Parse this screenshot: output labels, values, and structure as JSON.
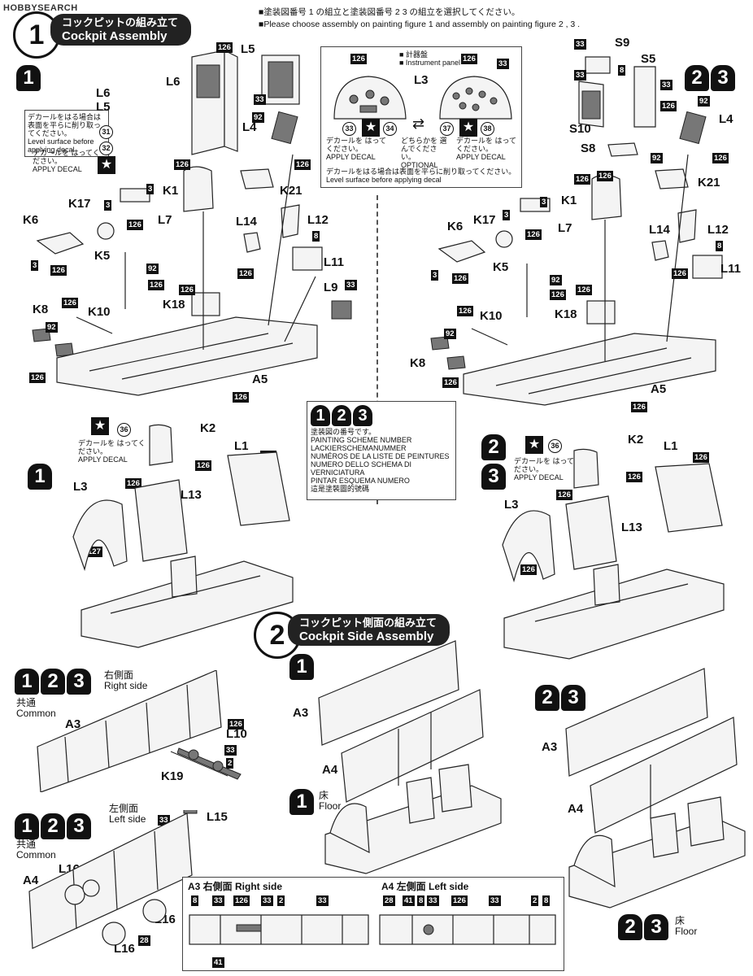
{
  "watermark": "HOBBYSEARCH",
  "header": {
    "line1": "■塗装図番号 1 の組立と塗装図番号 2 3 の組立を選択してください。",
    "line2": "■Please choose assembly on painting figure 1 and assembly on painting figure 2 , 3 ."
  },
  "step1": {
    "number": "1",
    "title_jp": "コックピットの組み立て",
    "title_en": "Cockpit Assembly"
  },
  "step2": {
    "number": "2",
    "title_jp": "コックピット側面の組み立て",
    "title_en": "Cockpit Side Assembly"
  },
  "schemes": {
    "s1": "1",
    "s2": "2",
    "s3": "3"
  },
  "panel_l3": {
    "label": "L3",
    "legend_jp": "■ 計器盤",
    "legend_en": "■ Instrument panel",
    "paint_left": "126",
    "paint_right": "126",
    "paint_mid": "33",
    "decal_left_a": "33",
    "decal_left_b": "34",
    "decal_right_a": "37",
    "decal_right_b": "38",
    "apply_jp": "デカールを はってください。",
    "apply_en": "APPLY DECAL",
    "optional_jp": "どちらかを 選んでください。",
    "optional_en": "OPTIONAL",
    "level_jp": "デカールをはる場合は表面を平らに削り取ってください。",
    "level_en": "Level surface before applying decal"
  },
  "left_note": {
    "jp": "デカールをはる場合は表面を平らに削り取ってください。",
    "en": "Level surface before applying decal",
    "decal_a": "31",
    "decal_b": "32",
    "apply_jp": "デカールを はってください。",
    "apply_en": "APPLY DECAL"
  },
  "scheme_box": {
    "lines": [
      "塗装図の番号です。",
      "PAINTING SCHEME NUMBER",
      "LACKIERSCHEMANUMMER",
      "NUMÉROS DE LA LISTE DE PEINTURES",
      "NUMERO DELLO SCHEMA DI VERNICIATURA",
      "PINTAR ESQUEMA NUMERO",
      "這是塗裝圖的號碼"
    ]
  },
  "parts": {
    "L1": "L1",
    "L3": "L3",
    "L4": "L4",
    "L5": "L5",
    "L6": "L6",
    "L7": "L7",
    "L9": "L9",
    "L10": "L10",
    "L11": "L11",
    "L12": "L12",
    "L13": "L13",
    "L14": "L14",
    "L15": "L15",
    "L16": "L16",
    "K1": "K1",
    "K2": "K2",
    "K5": "K5",
    "K6": "K6",
    "K8": "K8",
    "K10": "K10",
    "K17": "K17",
    "K18": "K18",
    "K19": "K19",
    "K21": "K21",
    "A3": "A3",
    "A4": "A4",
    "A5": "A5",
    "S5": "S5",
    "S8": "S8",
    "S9": "S9",
    "S10": "S10"
  },
  "paint": {
    "p126": "126",
    "p33": "33",
    "p92": "92",
    "p3": "3",
    "p8": "8",
    "p127": "127",
    "p2": "2",
    "p28": "28",
    "p41": "41"
  },
  "decals": {
    "d36": "36"
  },
  "apply_decal": {
    "jp": "デカールを はってください。",
    "en": "APPLY DECAL"
  },
  "side_labels": {
    "right_jp": "右側面",
    "right_en": "Right side",
    "left_jp": "左側面",
    "left_en": "Left side",
    "common_jp": "共通",
    "common_en": "Common",
    "floor_jp": "床",
    "floor_en": "Floor"
  },
  "bottom_box": {
    "a3_title": "A3 右側面 Right side",
    "a4_title": "A4 左側面 Left side"
  }
}
